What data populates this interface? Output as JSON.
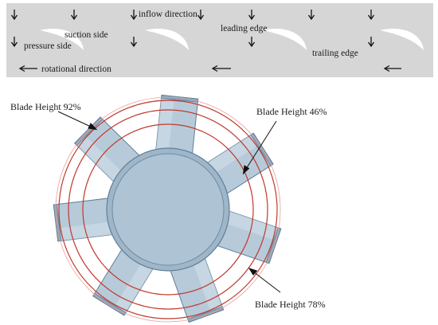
{
  "cascade": {
    "inflow_label": "inflow direction",
    "suction_label": "suction side",
    "pressure_label": "pressure side",
    "leading_label": "leading edge",
    "trailing_label": "trailing edge",
    "rotational_label": "rotational direction"
  },
  "rotor": {
    "blade_count": 7,
    "height_92_label": "Blade Height 92%",
    "height_46_label": "Blade Height 46%",
    "height_78_label": "Blade Height 78%"
  },
  "colors": {
    "panel": "#d6d6d6",
    "blade_fill": "#b7cad9",
    "blade_stroke": "#5f7f98",
    "hub_fill": "#a9bfd1",
    "ring": "#c0392b",
    "ring_light": "#e8a0a0",
    "text": "#1a1a1a"
  }
}
